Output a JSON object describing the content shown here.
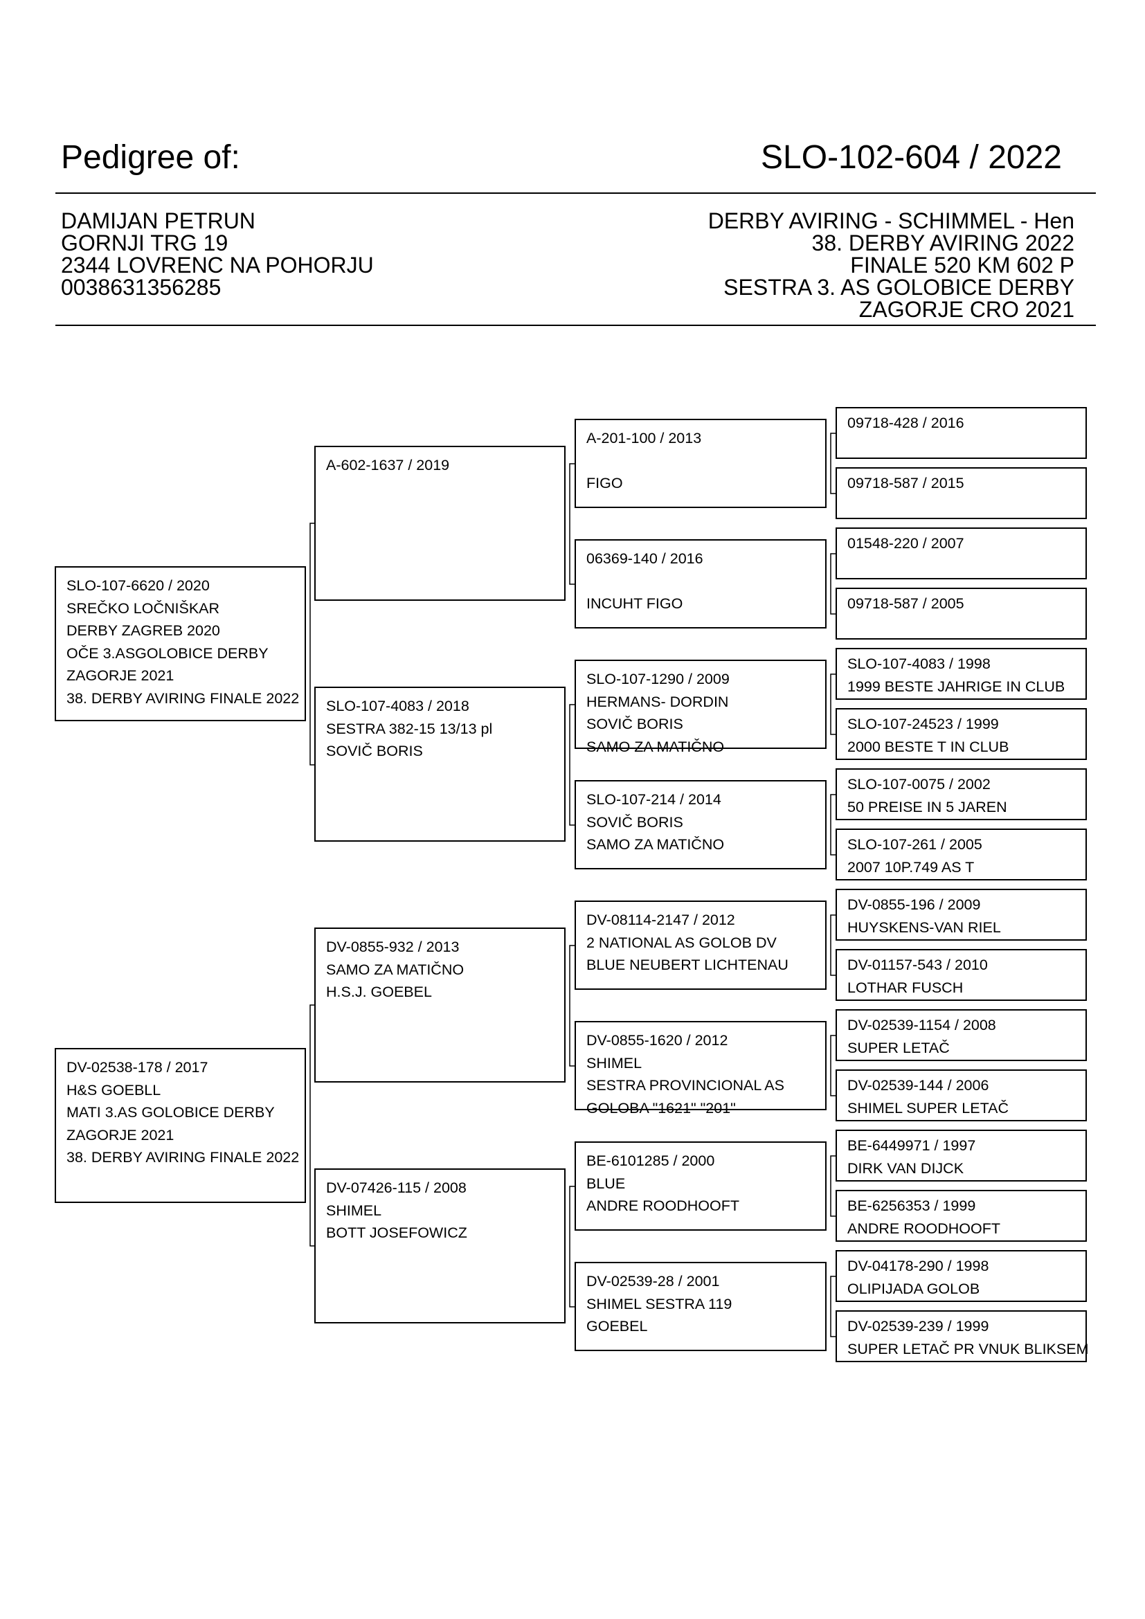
{
  "header": {
    "title": "Pedigree of:",
    "ring": "SLO-102-604 / 2022"
  },
  "owner": {
    "name": "DAMIJAN PETRUN",
    "street": "GORNJI TRG 19",
    "city": "2344 LOVRENC NA POHORJU",
    "phone": "0038631356285"
  },
  "bird": {
    "line1": "DERBY AVIRING - SCHIMMEL - Hen",
    "line2": "38. DERBY AVIRING 2022",
    "line3": "FINALE 520 KM 602 P",
    "line4": "SESTRA 3. AS GOLOBICE DERBY",
    "line5": "ZAGORJE CRO 2021"
  },
  "gen1": {
    "sire": [
      "SLO-107-6620 / 2020",
      "SREČKO LOČNIŠKAR",
      "DERBY ZAGREB 2020",
      "OČE 3.ASGOLOBICE DERBY",
      "ZAGORJE 2021",
      "38. DERBY AVIRING FINALE 2022"
    ],
    "dam": [
      "DV-02538-178 / 2017",
      "H&S GOEBLL",
      "MATI 3.AS GOLOBICE DERBY",
      "ZAGORJE 2021",
      "38. DERBY AVIRING FINALE 2022"
    ]
  },
  "gen2": {
    "ss": [
      "A-602-1637 / 2019"
    ],
    "sd": [
      "SLO-107-4083 / 2018",
      "SESTRA 382-15 13/13 pl",
      "SOVIČ BORIS"
    ],
    "ds": [
      "DV-0855-932 / 2013",
      "SAMO ZA MATIČNO",
      "H.S.J. GOEBEL"
    ],
    "dd": [
      "DV-07426-115 / 2008",
      "SHIMEL",
      "BOTT JOSEFOWICZ"
    ]
  },
  "gen3": {
    "sss": [
      "A-201-100 / 2013",
      "",
      "FIGO"
    ],
    "ssd": [
      "06369-140 / 2016",
      "",
      "INCUHT FIGO"
    ],
    "sds": [
      "SLO-107-1290 / 2009",
      "HERMANS- DORDIN",
      "SOVIČ BORIS",
      "SAMO ZA MATIČNO"
    ],
    "sdd": [
      "SLO-107-214 / 2014",
      "SOVIČ BORIS",
      "SAMO ZA MATIČNO"
    ],
    "dss": [
      "DV-08114-2147 / 2012",
      "2 NATIONAL  AS GOLOB DV",
      "BLUE NEUBERT LICHTENAU"
    ],
    "dsd": [
      "DV-0855-1620 / 2012",
      "SHIMEL",
      "SESTRA PROVINCIONAL AS",
      "GOLOBA  \"1621\" \"201\""
    ],
    "dds": [
      "BE-6101285 / 2000",
      "BLUE",
      "ANDRE ROODHOOFT"
    ],
    "ddd": [
      "DV-02539-28 / 2001",
      "SHIMEL SESTRA 119",
      "GOEBEL"
    ]
  },
  "gen4": [
    [
      "09718-428 / 2016"
    ],
    [
      "09718-587 / 2015"
    ],
    [
      "01548-220 / 2007"
    ],
    [
      "09718-587 / 2005"
    ],
    [
      "SLO-107-4083 / 1998",
      "1999 BESTE JAHRIGE IN CLUB"
    ],
    [
      "SLO-107-24523 / 1999",
      "2000 BESTE T IN CLUB"
    ],
    [
      "SLO-107-0075 / 2002",
      "50 PREISE IN 5 JAREN"
    ],
    [
      "SLO-107-261 / 2005",
      "2007 10P.749 AS T"
    ],
    [
      "DV-0855-196 / 2009",
      "HUYSKENS-VAN RIEL"
    ],
    [
      "DV-01157-543 / 2010",
      "LOTHAR FUSCH"
    ],
    [
      "DV-02539-1154 / 2008",
      "SUPER LETAČ"
    ],
    [
      "DV-02539-144 / 2006",
      "SHIMEL SUPER LETAČ"
    ],
    [
      "BE-6449971 / 1997",
      "DIRK VAN DIJCK"
    ],
    [
      "BE-6256353 / 1999",
      "ANDRE ROODHOOFT"
    ],
    [
      "DV-04178-290 / 1998",
      "OLIPIJADA GOLOB"
    ],
    [
      "DV-02539-239 / 1999",
      "SUPER LETAČ PR VNUK BLIKSEM"
    ]
  ]
}
